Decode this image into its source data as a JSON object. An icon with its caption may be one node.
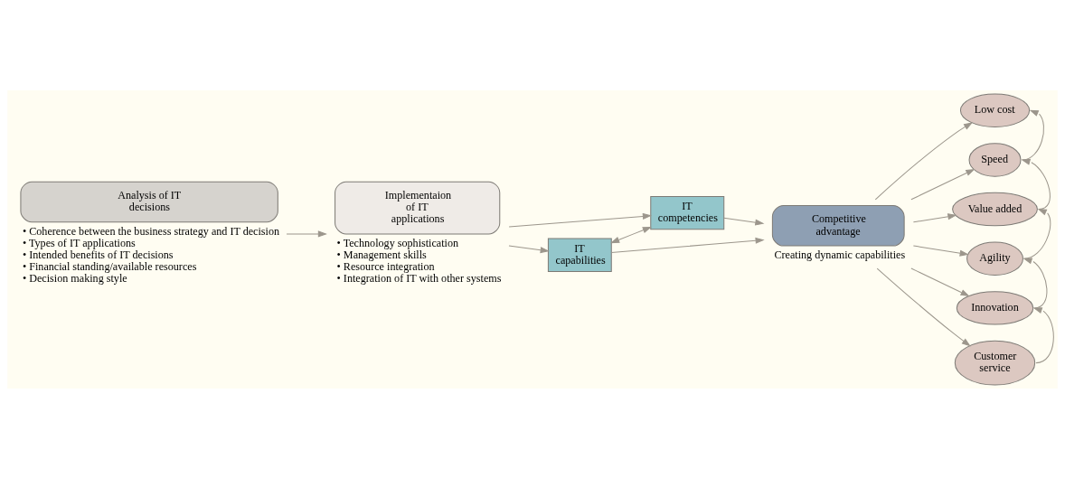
{
  "diagram": {
    "nodes": [
      {
        "text": [
          "Analysis of IT decisions"
        ],
        "beside": [
          "• Coherence between the business strategy and IT decision",
          "• Types of IT applications",
          "• Intended benefits of IT decisions",
          "• Financial standing/available resources",
          "• Decision making style"
        ]
      },
      {
        "text": [
          "Implementaion of IT applications"
        ],
        "beside": [
          "• Technology sophistication",
          "• Management skills",
          "• Resource integration",
          "• Integration of IT with other systems"
        ]
      },
      {
        "text": [
          "IT capabilities"
        ]
      },
      {
        "text": [
          "IT competencies"
        ]
      },
      {
        "text": [
          "Competitive advantage"
        ],
        "beside": [
          "Creating dynamic capabilities"
        ]
      },
      {
        "text": [
          "Low cost"
        ]
      },
      {
        "text": [
          "Speed"
        ]
      },
      {
        "text": [
          "Value added"
        ]
      },
      {
        "text": [
          "Agility"
        ]
      },
      {
        "text": [
          "Innovation"
        ]
      },
      {
        "text": [
          "Customer service"
        ]
      }
    ],
    "edges": [
      {
        "from": 0,
        "to": 1,
        "arrow": "to"
      },
      {
        "from": 1,
        "to": 2,
        "arrow": "to"
      },
      {
        "from": 1,
        "to": 3,
        "arrow": "to"
      },
      {
        "from": 2,
        "to": 3,
        "arrow": "both"
      },
      {
        "from": 2,
        "to": 4,
        "arrow": "to"
      },
      {
        "from": 3,
        "to": 4,
        "arrow": "to"
      },
      {
        "from": 4,
        "to": 5,
        "arrow": "to"
      },
      {
        "from": 4,
        "to": 6,
        "arrow": "to"
      },
      {
        "from": 4,
        "to": 7,
        "arrow": "to"
      },
      {
        "from": 4,
        "to": 8,
        "arrow": "to"
      },
      {
        "from": 4,
        "to": 9,
        "arrow": "to"
      },
      {
        "from": 4,
        "to": 10,
        "arrow": "to"
      },
      {
        "from": 6,
        "to": 5,
        "arrow": "to"
      },
      {
        "from": 7,
        "to": 6,
        "arrow": "to"
      },
      {
        "from": 8,
        "to": 7,
        "arrow": "to"
      },
      {
        "from": 9,
        "to": 8,
        "arrow": "to"
      },
      {
        "from": 10,
        "to": 9,
        "arrow": "to"
      }
    ]
  }
}
